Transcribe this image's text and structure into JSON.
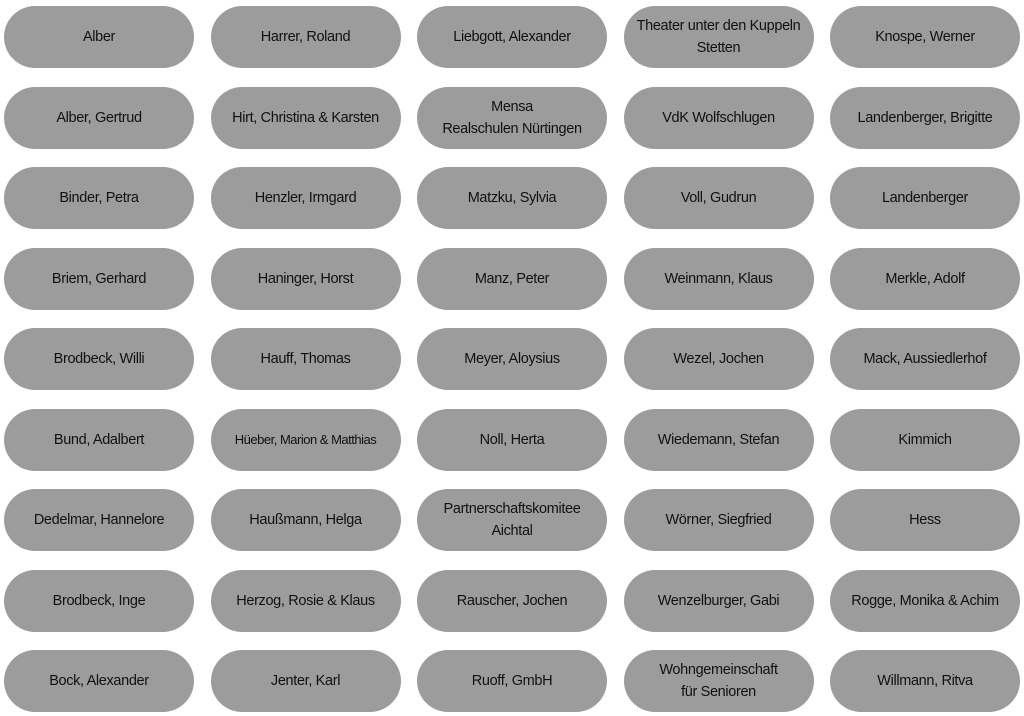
{
  "columns": [
    [
      "Alber",
      "Alber, Gertrud",
      "Binder, Petra",
      "Briem, Gerhard",
      "Brodbeck, Willi",
      "Bund, Adalbert",
      "Dedelmar, Hannelore",
      "Brodbeck, Inge",
      "Bock, Alexander"
    ],
    [
      "Harrer, Roland",
      "Hirt, Christina & Karsten",
      "Henzler, Irmgard",
      "Haninger, Horst",
      "Hauff, Thomas",
      "Hüeber, Marion & Matthias",
      "Haußmann, Helga",
      "Herzog, Rosie & Klaus",
      "Jenter, Karl"
    ],
    [
      "Liebgott, Alexander",
      "Mensa\nRealschulen Nürtingen",
      "Matzku, Sylvia",
      "Manz, Peter",
      "Meyer, Aloysius",
      "Noll, Herta",
      "Partnerschaftskomitee\nAichtal",
      "Rauscher, Jochen",
      "Ruoff, GmbH"
    ],
    [
      "Theater unter den Kuppeln\nStetten",
      "VdK Wolfschlugen",
      "Voll, Gudrun",
      "Weinmann, Klaus",
      "Wezel, Jochen",
      "Wiedemann, Stefan",
      "Wörner, Siegfried",
      "Wenzelburger, Gabi",
      "Wohngemeinschaft\nfür Senioren"
    ],
    [
      "Knospe, Werner",
      "Landenberger, Brigitte",
      "Landenberger",
      "Merkle, Adolf",
      "Mack, Aussiedlerhof",
      "Kimmich",
      "Hess",
      "Rogge, Monika & Achim",
      "Willmann, Ritva"
    ]
  ],
  "colors": {
    "pill": "#9c9c9c",
    "text": "#111111",
    "background": "#ffffff"
  }
}
